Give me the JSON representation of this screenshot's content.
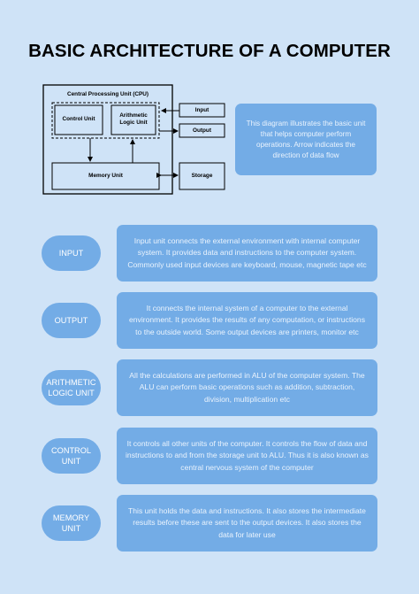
{
  "title": "BASIC ARCHITECTURE OF A COMPUTER",
  "diagram": {
    "cpu_label": "Central Processing Unit (CPU)",
    "control_unit": "Control Unit",
    "alu": "Arithmetic\nLogic Unit",
    "memory_unit": "Memory Unit",
    "input": "Input",
    "output": "Output",
    "storage": "Storage"
  },
  "info_text": "This diagram illustrates the basic unit that helps computer perform operations. Arrow indicates the direction of data flow",
  "rows": [
    {
      "label": "INPUT",
      "description": "Input unit connects the external environment with internal computer system. It provides data and instructions to the computer system. Commonly used input devices are keyboard, mouse, magnetic tape etc"
    },
    {
      "label": "OUTPUT",
      "description": "It connects the internal system of a computer to the external environment. It provides the results of any computation, or instructions to the outside world. Some output devices are printers, monitor etc"
    },
    {
      "label": "ARITHMETIC\nLOGIC UNIT",
      "description": "All the calculations are performed in ALU of the computer system. The ALU can perform basic operations such as addition, subtraction, division, multiplication etc"
    },
    {
      "label": "CONTROL\nUNIT",
      "description": "It controls all other units of the computer. It controls the flow of data and instructions to and from the storage unit to ALU. Thus it is also known as central nervous system of the computer"
    },
    {
      "label": "MEMORY\nUNIT",
      "description": "This unit holds the data and instructions. It also stores the intermediate results before these are sent to the output devices. It also stores the data for later use"
    }
  ]
}
